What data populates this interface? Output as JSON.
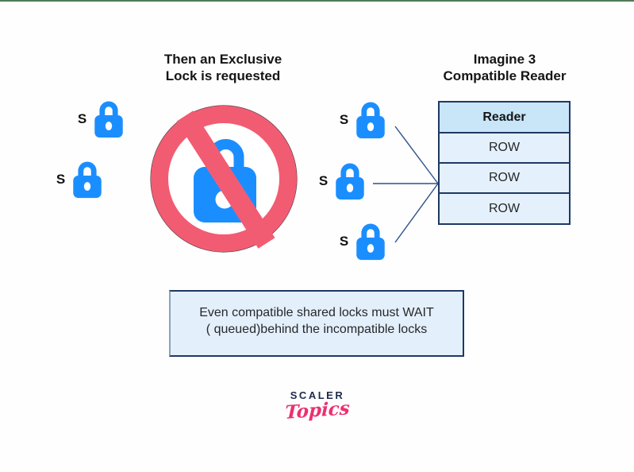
{
  "page": {
    "top_strip_color": "#4e7a57",
    "background": "#fefefe"
  },
  "headings": {
    "exclusive_lock": {
      "line1": "Then an Exclusive",
      "line2": "Lock is requested"
    },
    "compatible_reader": {
      "line1": "Imagine 3",
      "line2": "Compatible Reader"
    }
  },
  "waiting_locks": [
    {
      "label": "S"
    },
    {
      "label": "S"
    }
  ],
  "compatible_locks": [
    {
      "label": "S"
    },
    {
      "label": "S"
    },
    {
      "label": "S"
    }
  ],
  "reader_table": {
    "header": "Reader",
    "rows": [
      "ROW",
      "ROW",
      "ROW"
    ]
  },
  "note_box": {
    "line1": "Even compatible shared locks must WAIT",
    "line2": "( queued)behind the incompatible locks"
  },
  "logo": {
    "name": "SCALER",
    "sub": "Topics"
  },
  "colors": {
    "lock_blue": "#1b8eff",
    "prohibition_pink": "#f25c72",
    "prohibition_outline": "#4f3b41",
    "table_border": "#1f3864",
    "table_header_bg": "#c9e5f8",
    "table_row_bg": "#e4f1fc",
    "note_bg": "#e4effc",
    "connector_line": "#2d5188",
    "logo_navy": "#1d2b4b",
    "logo_pink": "#ee2f6e"
  }
}
